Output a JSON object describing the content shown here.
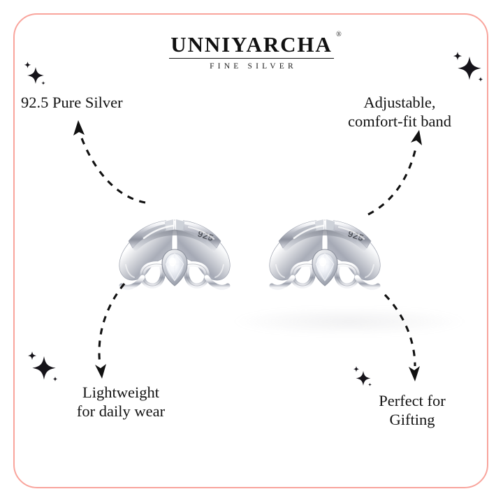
{
  "page": {
    "background_color": "#ffffff",
    "frame_color": "#f9a49c",
    "text_color": "#121212"
  },
  "brand": {
    "name": "UNNIYARCHA",
    "trademark": "®",
    "tagline": "FINE SILVER"
  },
  "features": [
    {
      "id": "purity",
      "position": "top-left",
      "label": "92.5 Pure Silver",
      "arrow": "dashed-curve-arrow-up-left"
    },
    {
      "id": "adjustable",
      "position": "top-right",
      "label": "Adjustable,\ncomfort-fit band",
      "arrow": "dashed-curve-arrow-up-right"
    },
    {
      "id": "lightweight",
      "position": "bottom-left",
      "label": "Lightweight\nfor daily wear",
      "arrow": "dashed-curve-arrow-down-left"
    },
    {
      "id": "gifting",
      "position": "bottom-right",
      "label": "Perfect for\nGifting",
      "arrow": "dashed-curve-arrow-down-right"
    }
  ],
  "product": {
    "type": "silver-toe-ring-pair",
    "count": 2,
    "hallmark": "925",
    "metal_color": "#c9ccd4",
    "stone": "clear pear-cut cubic zirconia",
    "motif": "floral scroll",
    "band": "open adjustable band"
  },
  "sparkles": [
    {
      "id": "sparkle-top-left",
      "size": "small"
    },
    {
      "id": "sparkle-top-right",
      "size": "large"
    },
    {
      "id": "sparkle-bottom-left",
      "size": "large"
    },
    {
      "id": "sparkle-bottom-right",
      "size": "small"
    }
  ]
}
